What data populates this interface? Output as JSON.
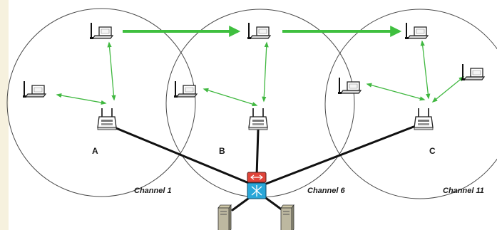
{
  "cells": [
    {
      "ap_label": "A",
      "channel_label": "Channel 1"
    },
    {
      "ap_label": "B",
      "channel_label": "Channel 6"
    },
    {
      "ap_label": "C",
      "channel_label": "Channel 11"
    }
  ],
  "colors": {
    "background": "#f6f1de",
    "panel": "#ffffff",
    "roaming_arrow": "#3fbf3f",
    "association_arrow": "#40b840",
    "wired_link": "#111111",
    "coverage_circle": "#4a4a4a",
    "router": "#e0443a",
    "switch": "#2aa7d8"
  },
  "icons": {
    "laptop": "laptop-icon",
    "access_point": "access-point-icon",
    "router": "router-icon",
    "switch": "switch-icon",
    "server": "server-tower-icon"
  }
}
